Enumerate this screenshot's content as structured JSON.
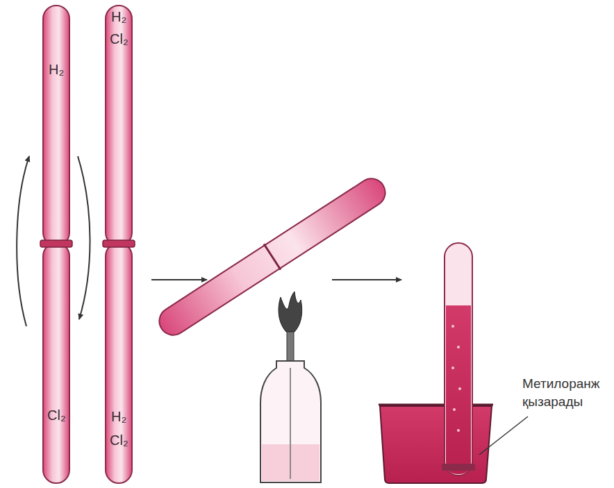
{
  "diagram": {
    "labels": [
      "H₂",
      "Cl₂",
      "H₂",
      "Cl₂",
      "H₂",
      "Cl₂",
      "Метилоранж қызарады"
    ]
  }
}
